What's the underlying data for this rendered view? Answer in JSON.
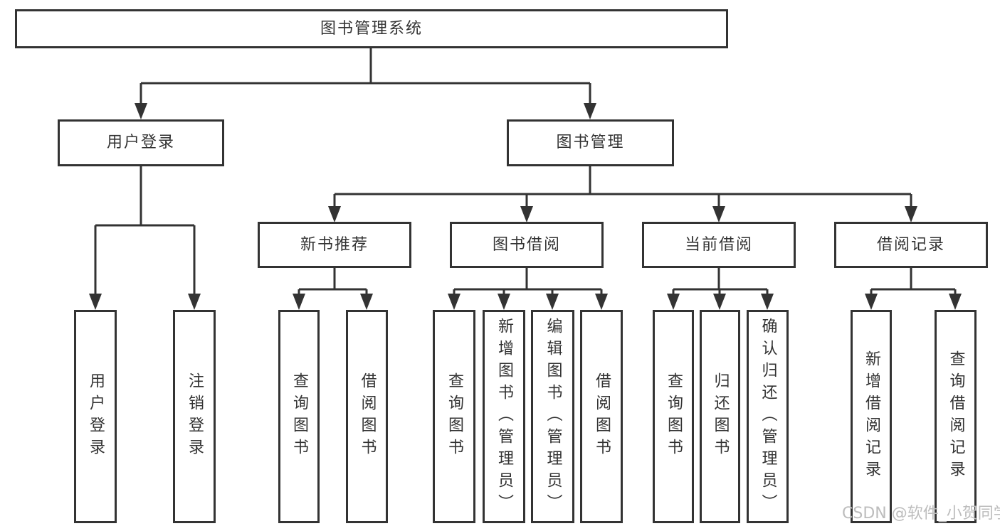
{
  "diagram": {
    "root_label": "图书管理系统",
    "level2": {
      "user_login": "用户登录",
      "book_management": "图书管理"
    },
    "level3": {
      "new_book_recommend": "新书推荐",
      "book_borrow": "图书借阅",
      "current_borrow": "当前借阅",
      "borrow_records": "借阅记录"
    },
    "leaves": {
      "login": [
        "用户登录",
        "注销登录"
      ],
      "recommend": [
        "查询图书",
        "借阅图书"
      ],
      "borrow": [
        "查询图书",
        "新增图书（管理员）",
        "编辑图书（管理员）",
        "借阅图书"
      ],
      "current": [
        "查询图书",
        "归还图书",
        "确认归还（管理员）"
      ],
      "records": [
        "新增借阅记录",
        "查询借阅记录"
      ]
    }
  },
  "watermark": "CSDN @软件_小贺同学",
  "colors": {
    "line": "#333333",
    "text": "#333333",
    "watermark": "#bdbdbd",
    "background": "#ffffff"
  }
}
